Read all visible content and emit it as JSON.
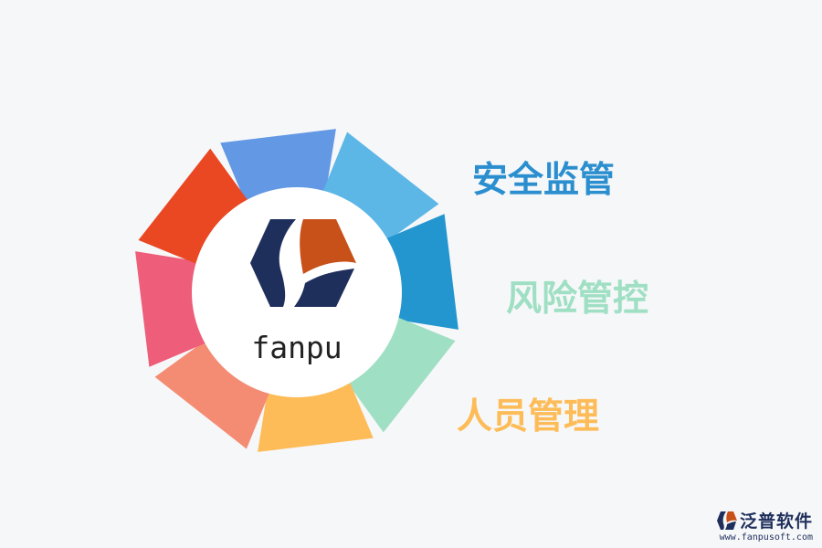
{
  "colors": {
    "background": "#f6f7f9",
    "segments": [
      "#6298e4",
      "#5cb7e6",
      "#2496cf",
      "#9fdfc3",
      "#fdbc57",
      "#f48c74",
      "#ee5d7a",
      "#e94823"
    ],
    "logo_navy": "#1f2f5c",
    "logo_orange": "#c85019"
  },
  "center": {
    "text": "fanpu"
  },
  "labels": [
    {
      "text": "安全监管",
      "color": "#2b8fcf"
    },
    {
      "text": "风险管控",
      "color": "#9fdfc3"
    },
    {
      "text": "人员管理",
      "color": "#fdbc57"
    }
  ],
  "watermark": {
    "name": "泛普软件",
    "url": "www.fanpusoft.com",
    "icon": "fanpu-logo-icon"
  }
}
